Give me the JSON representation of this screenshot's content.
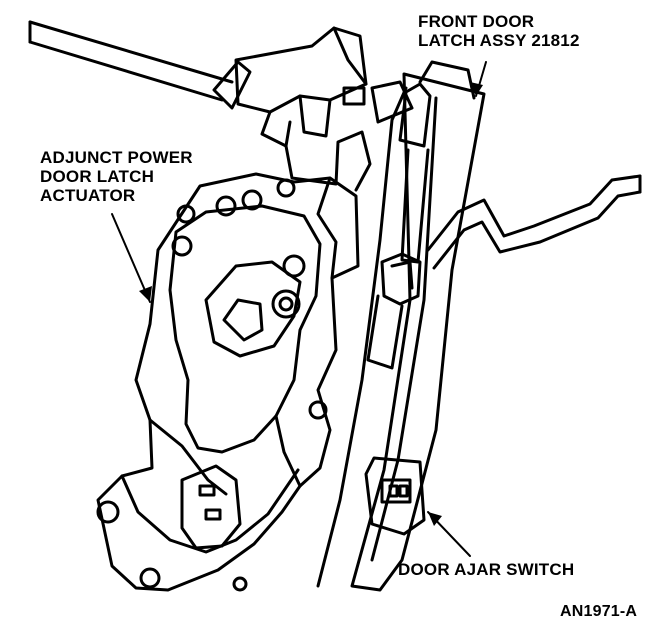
{
  "labels": {
    "front_door_latch": [
      "FRONT DOOR",
      "LATCH ASSY 21812"
    ],
    "adjunct_actuator": [
      "ADJUNCT POWER",
      "DOOR LATCH",
      "ACTUATOR"
    ],
    "door_ajar_switch": "DOOR AJAR SWITCH",
    "figure_id": "AN1971-A"
  },
  "colors": {
    "ink": "#000000",
    "paper": "#ffffff"
  }
}
